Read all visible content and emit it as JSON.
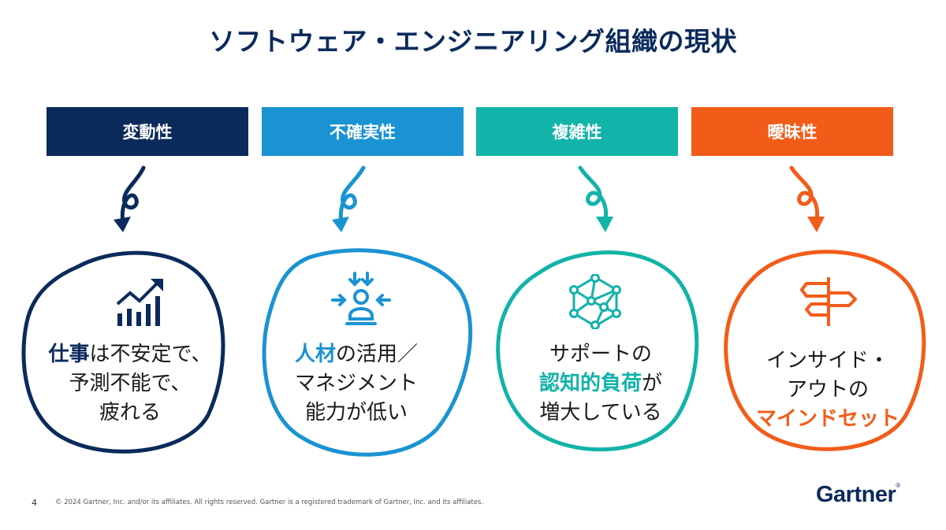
{
  "title": "ソフトウェア・エンジニアリング組織の現状",
  "colors": {
    "navy": "#0b2a5c",
    "blue": "#1a93d3",
    "teal": "#12b3a9",
    "orange": "#f25c19"
  },
  "columns": [
    {
      "banner": "変動性",
      "icon": "growth-chart-icon",
      "text": [
        [
          "仕事",
          "は不安定で、"
        ],
        [
          "",
          "予測不能で、"
        ],
        [
          "",
          "疲れる"
        ]
      ]
    },
    {
      "banner": "不確実性",
      "icon": "person-pressure-icon",
      "text": [
        [
          "人材",
          "の活用／"
        ],
        [
          "",
          "マネジメント"
        ],
        [
          "",
          "能力が低い"
        ]
      ]
    },
    {
      "banner": "複雑性",
      "icon": "network-nodes-icon",
      "text": [
        [
          "",
          "サポートの"
        ],
        [
          "認知的負荷",
          "が"
        ],
        [
          "",
          "増大している"
        ]
      ]
    },
    {
      "banner": "曖昧性",
      "icon": "signpost-icon",
      "text": [
        [
          "",
          "インサイド・"
        ],
        [
          "",
          "アウトの"
        ],
        [
          "マインドセット",
          ""
        ]
      ]
    }
  ],
  "footer": {
    "page_number": "4",
    "copyright": "© 2024 Gartner, Inc. and/or its affiliates. All rights reserved. Gartner is a registered trademark of Gartner, Inc. and its affiliates."
  },
  "logo": {
    "text": "Gartner",
    "mark": "®"
  }
}
